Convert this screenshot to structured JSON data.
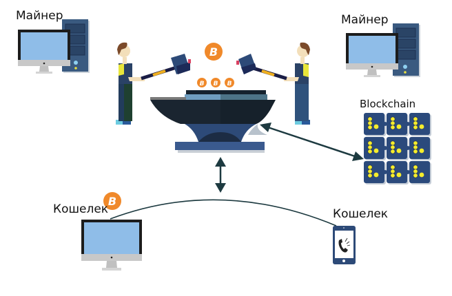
{
  "labels": {
    "miner_left": "Майнер",
    "miner_right": "Майнер",
    "blockchain": "Blockchain",
    "wallet_left": "Кошелек",
    "wallet_right": "Кошелек"
  },
  "icons": {
    "coin_symbol": "B"
  },
  "colors": {
    "coin_orange": "#f0892a",
    "monitor_screen": "#8fbde8",
    "tower_blue": "#3a5a80",
    "anvil_dark": "#1e2c3a",
    "anvil_blue": "#2d4a78",
    "arrow": "#1d3a40",
    "block_blue": "#2b4a7c",
    "block_dot": "#f4ec2c"
  }
}
